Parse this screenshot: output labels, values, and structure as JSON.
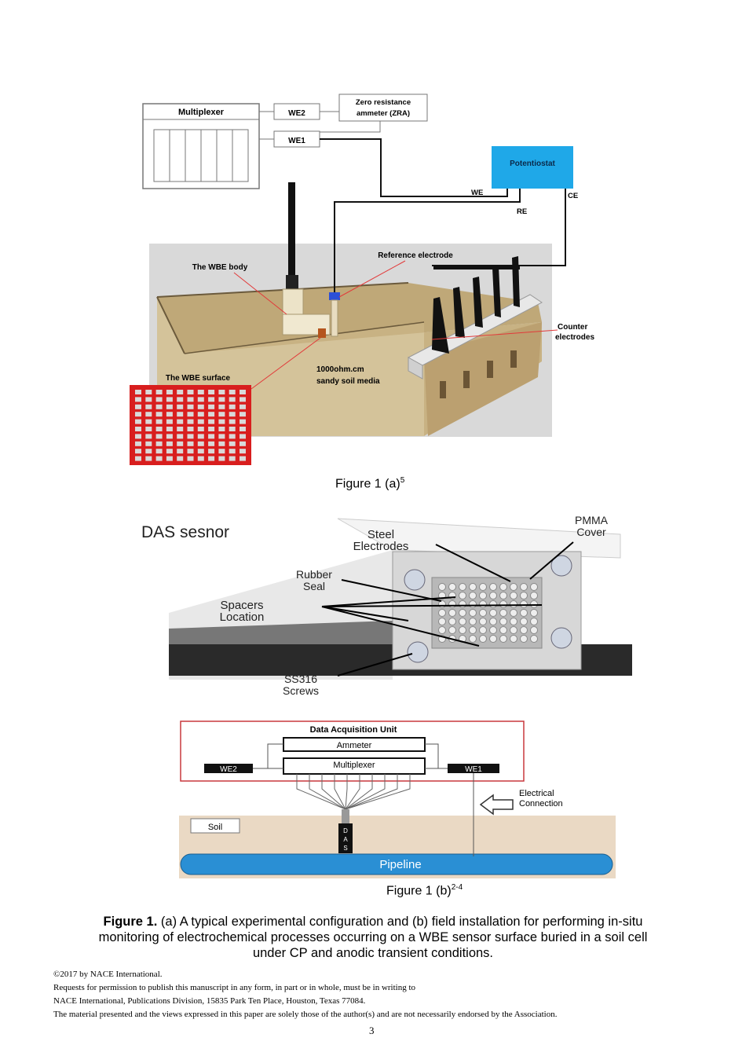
{
  "figure_a": {
    "labels": {
      "multiplexer": "Multiplexer",
      "we2": "WE2",
      "we1": "WE1",
      "zra_line1": "Zero resistance",
      "zra_line2": "ammeter (ZRA)",
      "potentiostat": "Potentiostat",
      "we": "WE",
      "re": "RE",
      "ce": "CE",
      "reference_electrode": "Reference electrode",
      "wbe_body": "The WBE body",
      "counter_line1": "Counter",
      "counter_line2": "electrodes",
      "soil_line1": "1000ohm.cm",
      "soil_line2": "sandy soil media",
      "wbe_surface": "The WBE surface"
    },
    "caption_text": "Figure 1 (a)",
    "caption_sup": "5"
  },
  "figure_b_top": {
    "labels": {
      "das_sensor": "DAS sesnor",
      "steel_line1": "Steel",
      "steel_line2": "Electrodes",
      "pmma_line1": "PMMA",
      "pmma_line2": "Cover",
      "rubber_line1": "Rubber",
      "rubber_line2": "Seal",
      "spacers_line1": "Spacers",
      "spacers_line2": "Location",
      "screws_line1": "SS316",
      "screws_line2": "Screws"
    }
  },
  "figure_b_bottom": {
    "labels": {
      "dau": "Data Acquisition  Unit",
      "ammeter": "Ammeter",
      "multiplexer": "Multiplexer",
      "we2": "WE2",
      "we1": "WE1",
      "electrical_line1": "Electrical",
      "electrical_line2": "Connection",
      "soil": "Soil",
      "das": [
        "D",
        "A",
        "S"
      ],
      "pipeline": "Pipeline"
    },
    "caption_text": "Figure 1 (b)",
    "caption_sup": "2-4"
  },
  "main_caption": {
    "label": "Figure 1.",
    "text": " (a) A typical experimental configuration and (b) field installation for performing in-situ monitoring of electrochemical processes occurring on a WBE sensor surface buried in a soil cell under CP and anodic transient conditions."
  },
  "footer": {
    "copyright": "©2017 by NACE International.",
    "line2": "Requests for permission to publish this manuscript in any form, in part or in whole, must be in writing to",
    "line3": "NACE International, Publications Division, 15835 Park Ten Place, Houston, Texas 77084.",
    "line4": "The material presented and the views expressed in this paper are solely those of the author(s) and are not necessarily endorsed by the Association.",
    "page_number": "3"
  },
  "colors": {
    "potentiostat": "#1fa8e8",
    "wbe_surface_red": "#d81e1e",
    "soil_box": "#cdbb90",
    "dau_border": "#c8383d",
    "pipeline": "#2a8fd4"
  }
}
